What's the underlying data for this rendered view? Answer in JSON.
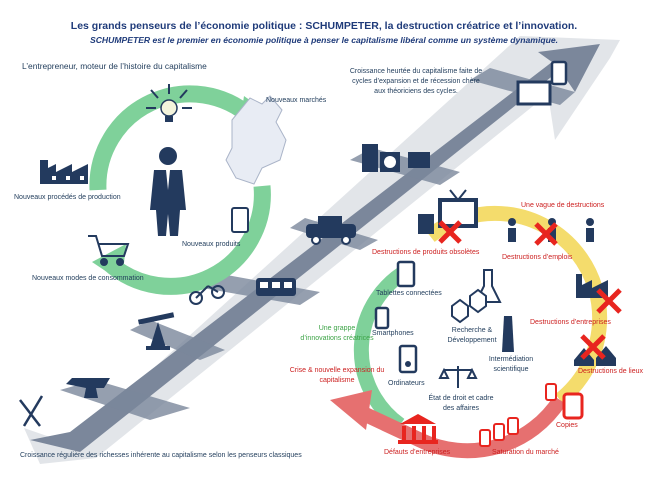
{
  "title": "Les grands penseurs de l’économie politique : SCHUMPETER, la destruction créatrice et l’innovation.",
  "subtitle": "SCHUMPETER est le premier en économie politique à penser le capitalisme libéral comme un système dynamique.",
  "left_cycle": {
    "heading": "L’entrepreneur, moteur de l’histoire du capitalisme",
    "nouveaux_marches": "Nouveaux marchés",
    "nouveaux_procedes": "Nouveaux procédés de production",
    "nouveaux_produits": "Nouveaux produits",
    "nouveaux_modes": "Nouveaux modes de consommation"
  },
  "top_right_text": [
    "Croissance heurtée du capitalisme faite de",
    "cycles d’expansion et de récession chère",
    "aux théoriciens des cycles."
  ],
  "bottom_text": "Croissance régulière des richesses inhérente au capitalisme selon les penseurs classiques",
  "destruction": {
    "vague": "Une vague de destructions",
    "produits": "Destructions de produits obsolètes",
    "emplois": "Destructions d’emplois",
    "entreprises": "Destructions d’entreprises",
    "lieux": "Destructions de lieux",
    "copies": "Copies",
    "saturation": "Saturation du marché",
    "defauts": "Défauts d’entreprises",
    "crise": [
      "Crise & nouvelle expansion du",
      "capitalisme"
    ]
  },
  "innovation": {
    "grappe": [
      "Une grappe",
      "d’innovations créatrices"
    ],
    "tablettes": "Tablettes connectées",
    "smartphones": "Smartphones",
    "recherche": [
      "Recherche &",
      "Développement"
    ],
    "intermediation": [
      "Intermédiation",
      "scientifique"
    ],
    "ordinateurs": "Ordinateurs",
    "etat": [
      "État de droit et cadre",
      "des affaires"
    ]
  },
  "colors": {
    "title": "#1f3b7a",
    "icon": "#233a5e",
    "green_arrow": "#7fd19a",
    "grey_arrow": "#7b879b",
    "red_arrow": "#e67070",
    "yellow_arc": "#f4dc6c",
    "red_text": "#cc1f1f",
    "green_text": "#3da447",
    "red_cross": "#e8251f"
  }
}
